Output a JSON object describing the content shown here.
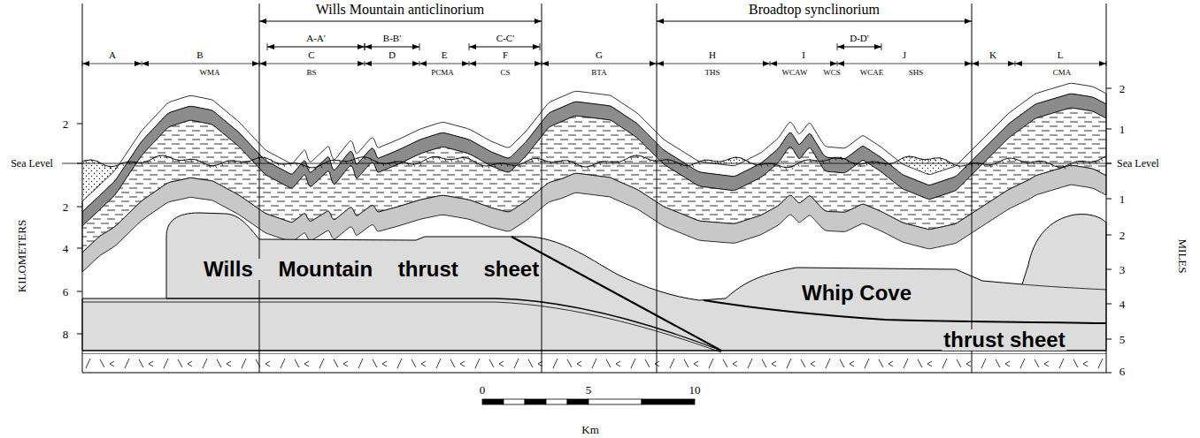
{
  "diagram": {
    "labels": [
      "Wills Mountain anticlinorium",
      "Broadtop synclinorium",
      "A-A'",
      "B-B'",
      "C-C'",
      "D-D'",
      "A",
      "B",
      "C",
      "D",
      "E",
      "F",
      "G",
      "H",
      "I",
      "J",
      "K",
      "L",
      "WMA",
      "BS",
      "PCMA",
      "CS",
      "BTA",
      "THS",
      "WCAW",
      "WCS",
      "WCAE",
      "SHS",
      "CMA",
      "KILOMETERS",
      "2",
      "Sea Level",
      "2",
      "4",
      "6",
      "8",
      "MILES",
      "2",
      "1",
      "Sea Level",
      "1",
      "2",
      "3",
      "4",
      "5",
      "6",
      "Wills Mountain thrust sheet",
      "Whip Cove",
      "thrust sheet",
      "0",
      "5",
      "10",
      "Km"
    ]
  }
}
